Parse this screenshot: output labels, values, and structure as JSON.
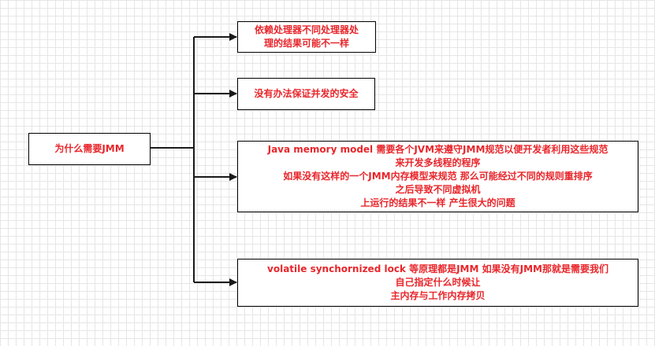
{
  "root": {
    "label": "为什么需要JMM"
  },
  "branches": [
    {
      "lines": [
        "依赖处理器不同处理器处",
        "理的结果可能不一样"
      ]
    },
    {
      "lines": [
        "没有办法保证并发的安全"
      ]
    },
    {
      "lines": [
        "Java memory model 需要各个JVM来遵守JMM规范以便开发者利用这些规范",
        "来开发多线程的程序",
        "如果没有这样的一个JMM内存模型来规范 那么可能经过不同的规则重排序",
        "之后导致不同虚拟机",
        "上运行的结果不一样 产生很大的问题"
      ]
    },
    {
      "lines": [
        "volatile synchornized lock 等原理都是JMM 如果没有JMM那就是需要我们",
        "自己指定什么时候让",
        "主内存与工作内存拷贝"
      ]
    }
  ],
  "colors": {
    "text": "#e8262b",
    "border": "#000000",
    "connector": "#1a1a1a",
    "grid": "#e6e6e6"
  }
}
